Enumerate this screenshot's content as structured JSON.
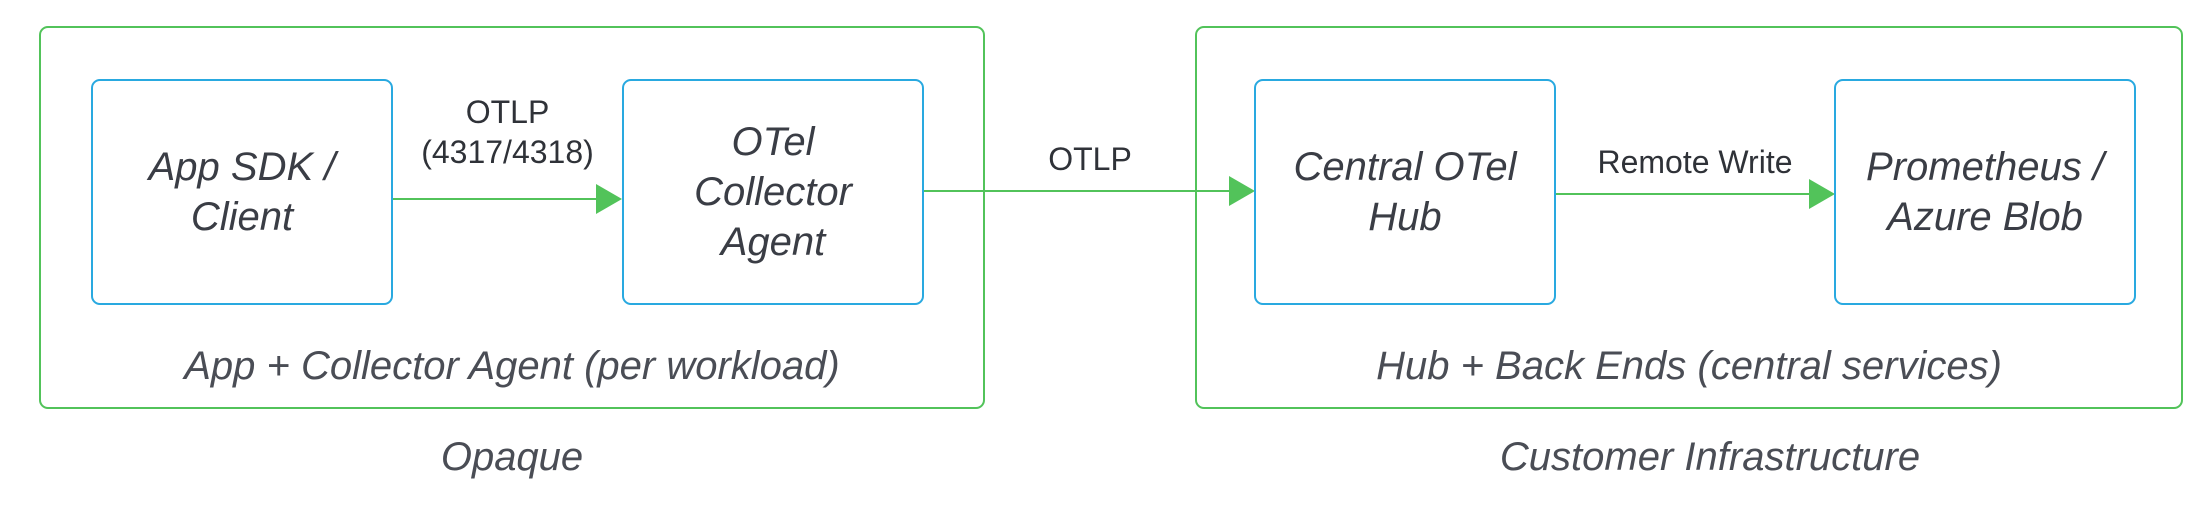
{
  "diagram": {
    "colors": {
      "group_border": "#52c35a",
      "node_border": "#29a9e0",
      "edge": "#52c35a",
      "text": "#3a3d45"
    },
    "groups": {
      "app_agent": {
        "label": "App + Collector Agent (per workload)"
      },
      "hub_backends": {
        "label": "Hub + Back Ends (central services)"
      }
    },
    "zones": {
      "opaque": "Opaque",
      "customer_infra": "Customer Infrastructure"
    },
    "nodes": {
      "app_sdk": "App SDK /\nClient",
      "otel_agent": "OTel\nCollector\nAgent",
      "central_hub": "Central OTel\nHub",
      "prometheus_blob": "Prometheus /\nAzure Blob"
    },
    "edges": {
      "app_to_agent": "OTLP\n(4317/4318)",
      "agent_to_hub": "OTLP",
      "hub_to_backends": "Remote Write"
    }
  }
}
